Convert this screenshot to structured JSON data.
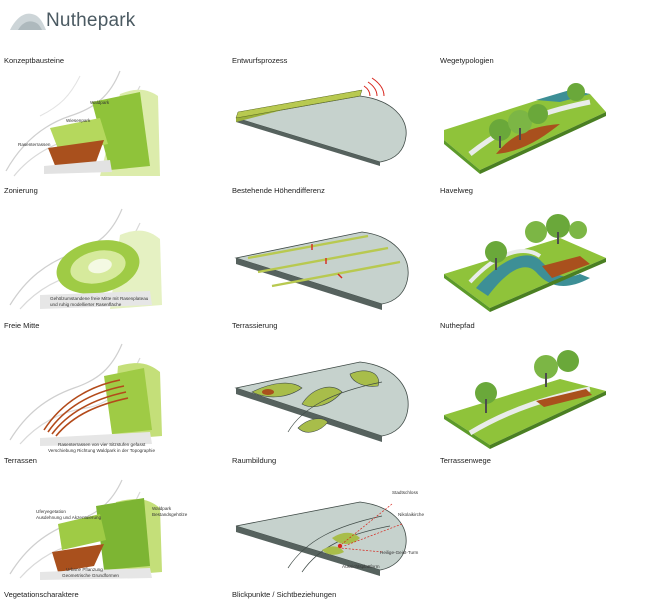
{
  "header": {
    "title": "Nuthepark"
  },
  "columns": [
    {
      "heading": "Konzeptbausteine"
    },
    {
      "heading": "Entwurfsprozess"
    },
    {
      "heading": "Wegetypologien"
    }
  ],
  "rows": [
    {
      "concept": {
        "caption": "Zonierung",
        "notes": [
          "Wiesenpark",
          "Waldpark",
          "Rasenterrassen"
        ]
      },
      "process": {
        "caption": "Bestehende Höhendifferenz"
      },
      "path": {
        "caption": "Havelweg"
      }
    },
    {
      "concept": {
        "caption": "Freie Mitte",
        "notes": [
          "Gehölzumstandene freie Mitte mit Rasenplateau",
          "und ruhig modellierter Rasenfläche"
        ]
      },
      "process": {
        "caption": "Terrassierung"
      },
      "path": {
        "caption": "Nuthepfad"
      }
    },
    {
      "concept": {
        "caption": "Terrassen",
        "notes": [
          "Rasenterrassen von vier Sitzstufen gefasst",
          "Verschiebung Richtung Waldpark in der Topographie"
        ]
      },
      "process": {
        "caption": "Raumbildung"
      },
      "path": {
        "caption": "Terrassenwege"
      }
    },
    {
      "concept": {
        "caption": "Vegetationscharaktere",
        "notes": [
          "Uferyegetation",
          "Ausdehnung und Akzentuierung",
          "Waldpark",
          "Bestandsgehölze",
          "Urbane Pflanzung",
          "Geometrische Grundformen"
        ]
      },
      "process": {
        "caption": "Blickpunkte / Sichtbeziehungen",
        "notes": [
          "Stadtschloss",
          "Nikolaikirche",
          "Heilige-Geist-Turm",
          "Aussichtsplattform"
        ]
      },
      "path": {
        "caption": ""
      }
    }
  ],
  "colors": {
    "green_light": "#c9e27a",
    "green": "#8fc33a",
    "green_dark": "#5c9a2a",
    "rust": "#a9501d",
    "gray_surface": "#cfd8d4",
    "water": "#3d8f96",
    "title": "#4b5a62"
  },
  "icons": [
    "logo-mark",
    "tree",
    "arrow-marker",
    "sound-wave"
  ]
}
